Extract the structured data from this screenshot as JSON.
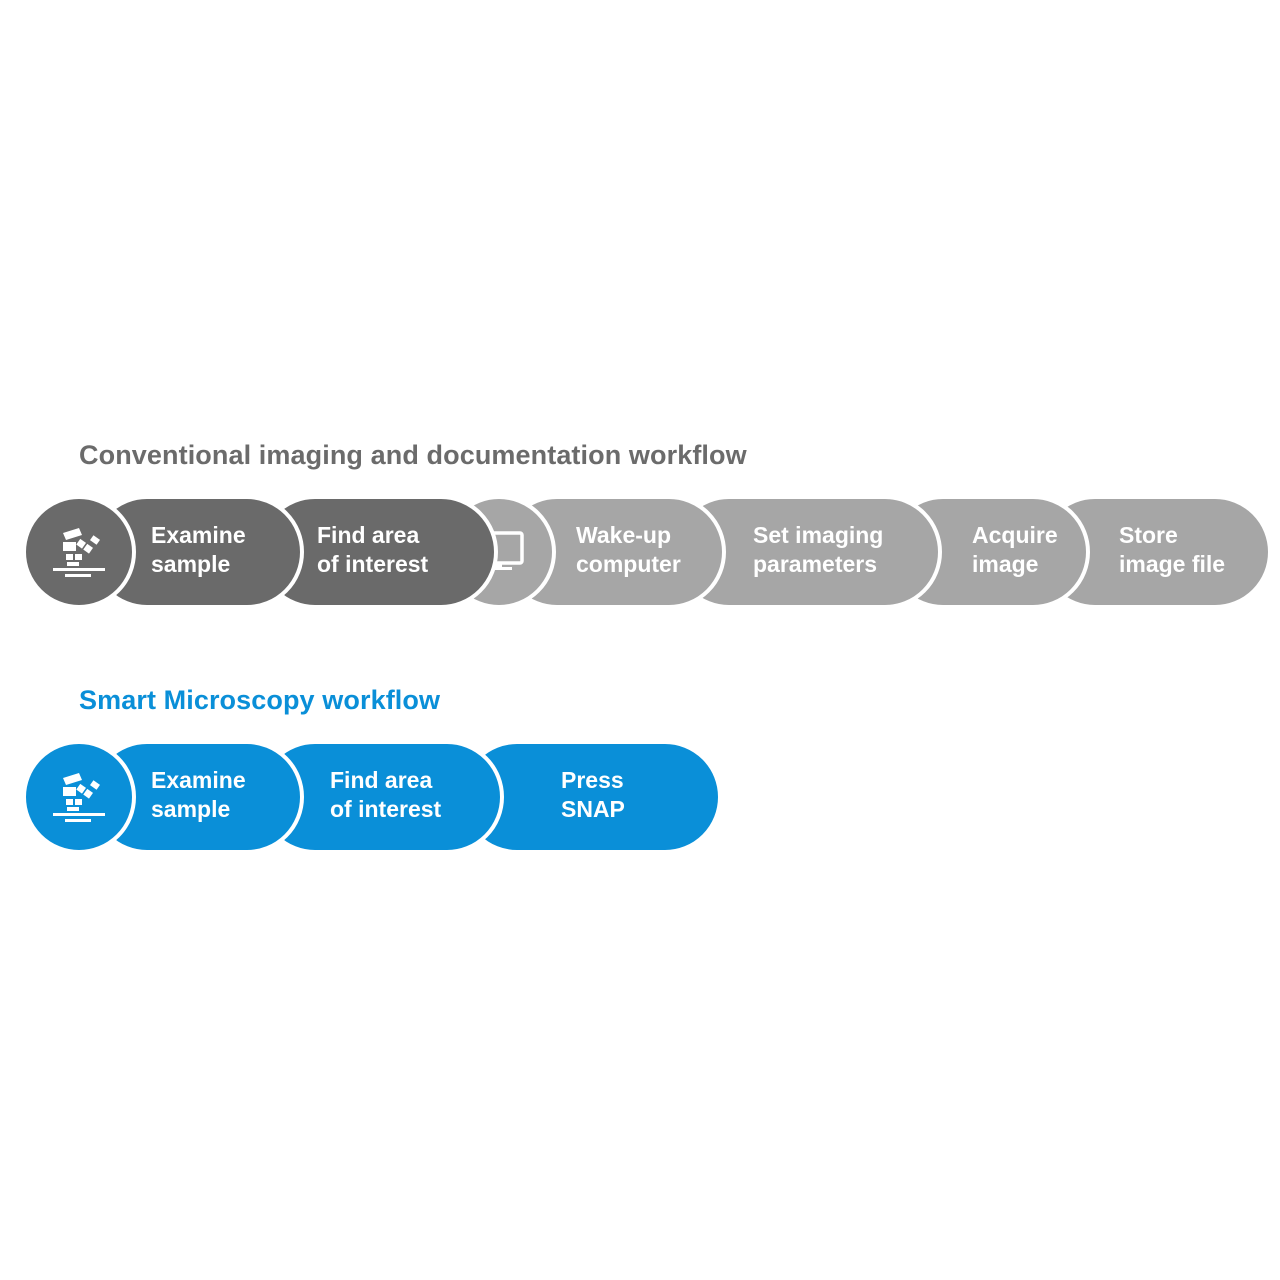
{
  "colors": {
    "dark_gray": "#6a6a6a",
    "light_gray": "#a6a6a6",
    "blue": "#0a8fd8",
    "title_gray": "#6b6b6b"
  },
  "conventional": {
    "title": "Conventional imaging and documentation workflow",
    "icon_1": "microscope-icon",
    "icon_2": "monitor-icon",
    "steps": [
      {
        "line1": "Examine",
        "line2": "sample"
      },
      {
        "line1": "Find area",
        "line2": "of interest"
      },
      {
        "line1": "Wake-up",
        "line2": "computer"
      },
      {
        "line1": "Set imaging",
        "line2": "parameters"
      },
      {
        "line1": "Acquire",
        "line2": "image"
      },
      {
        "line1": "Store",
        "line2": "image file"
      }
    ]
  },
  "smart": {
    "title": "Smart Microscopy workflow",
    "icon_1": "microscope-icon",
    "steps": [
      {
        "line1": "Examine",
        "line2": "sample"
      },
      {
        "line1": "Find area",
        "line2": "of interest"
      },
      {
        "line1": "Press",
        "line2": "SNAP"
      }
    ]
  }
}
